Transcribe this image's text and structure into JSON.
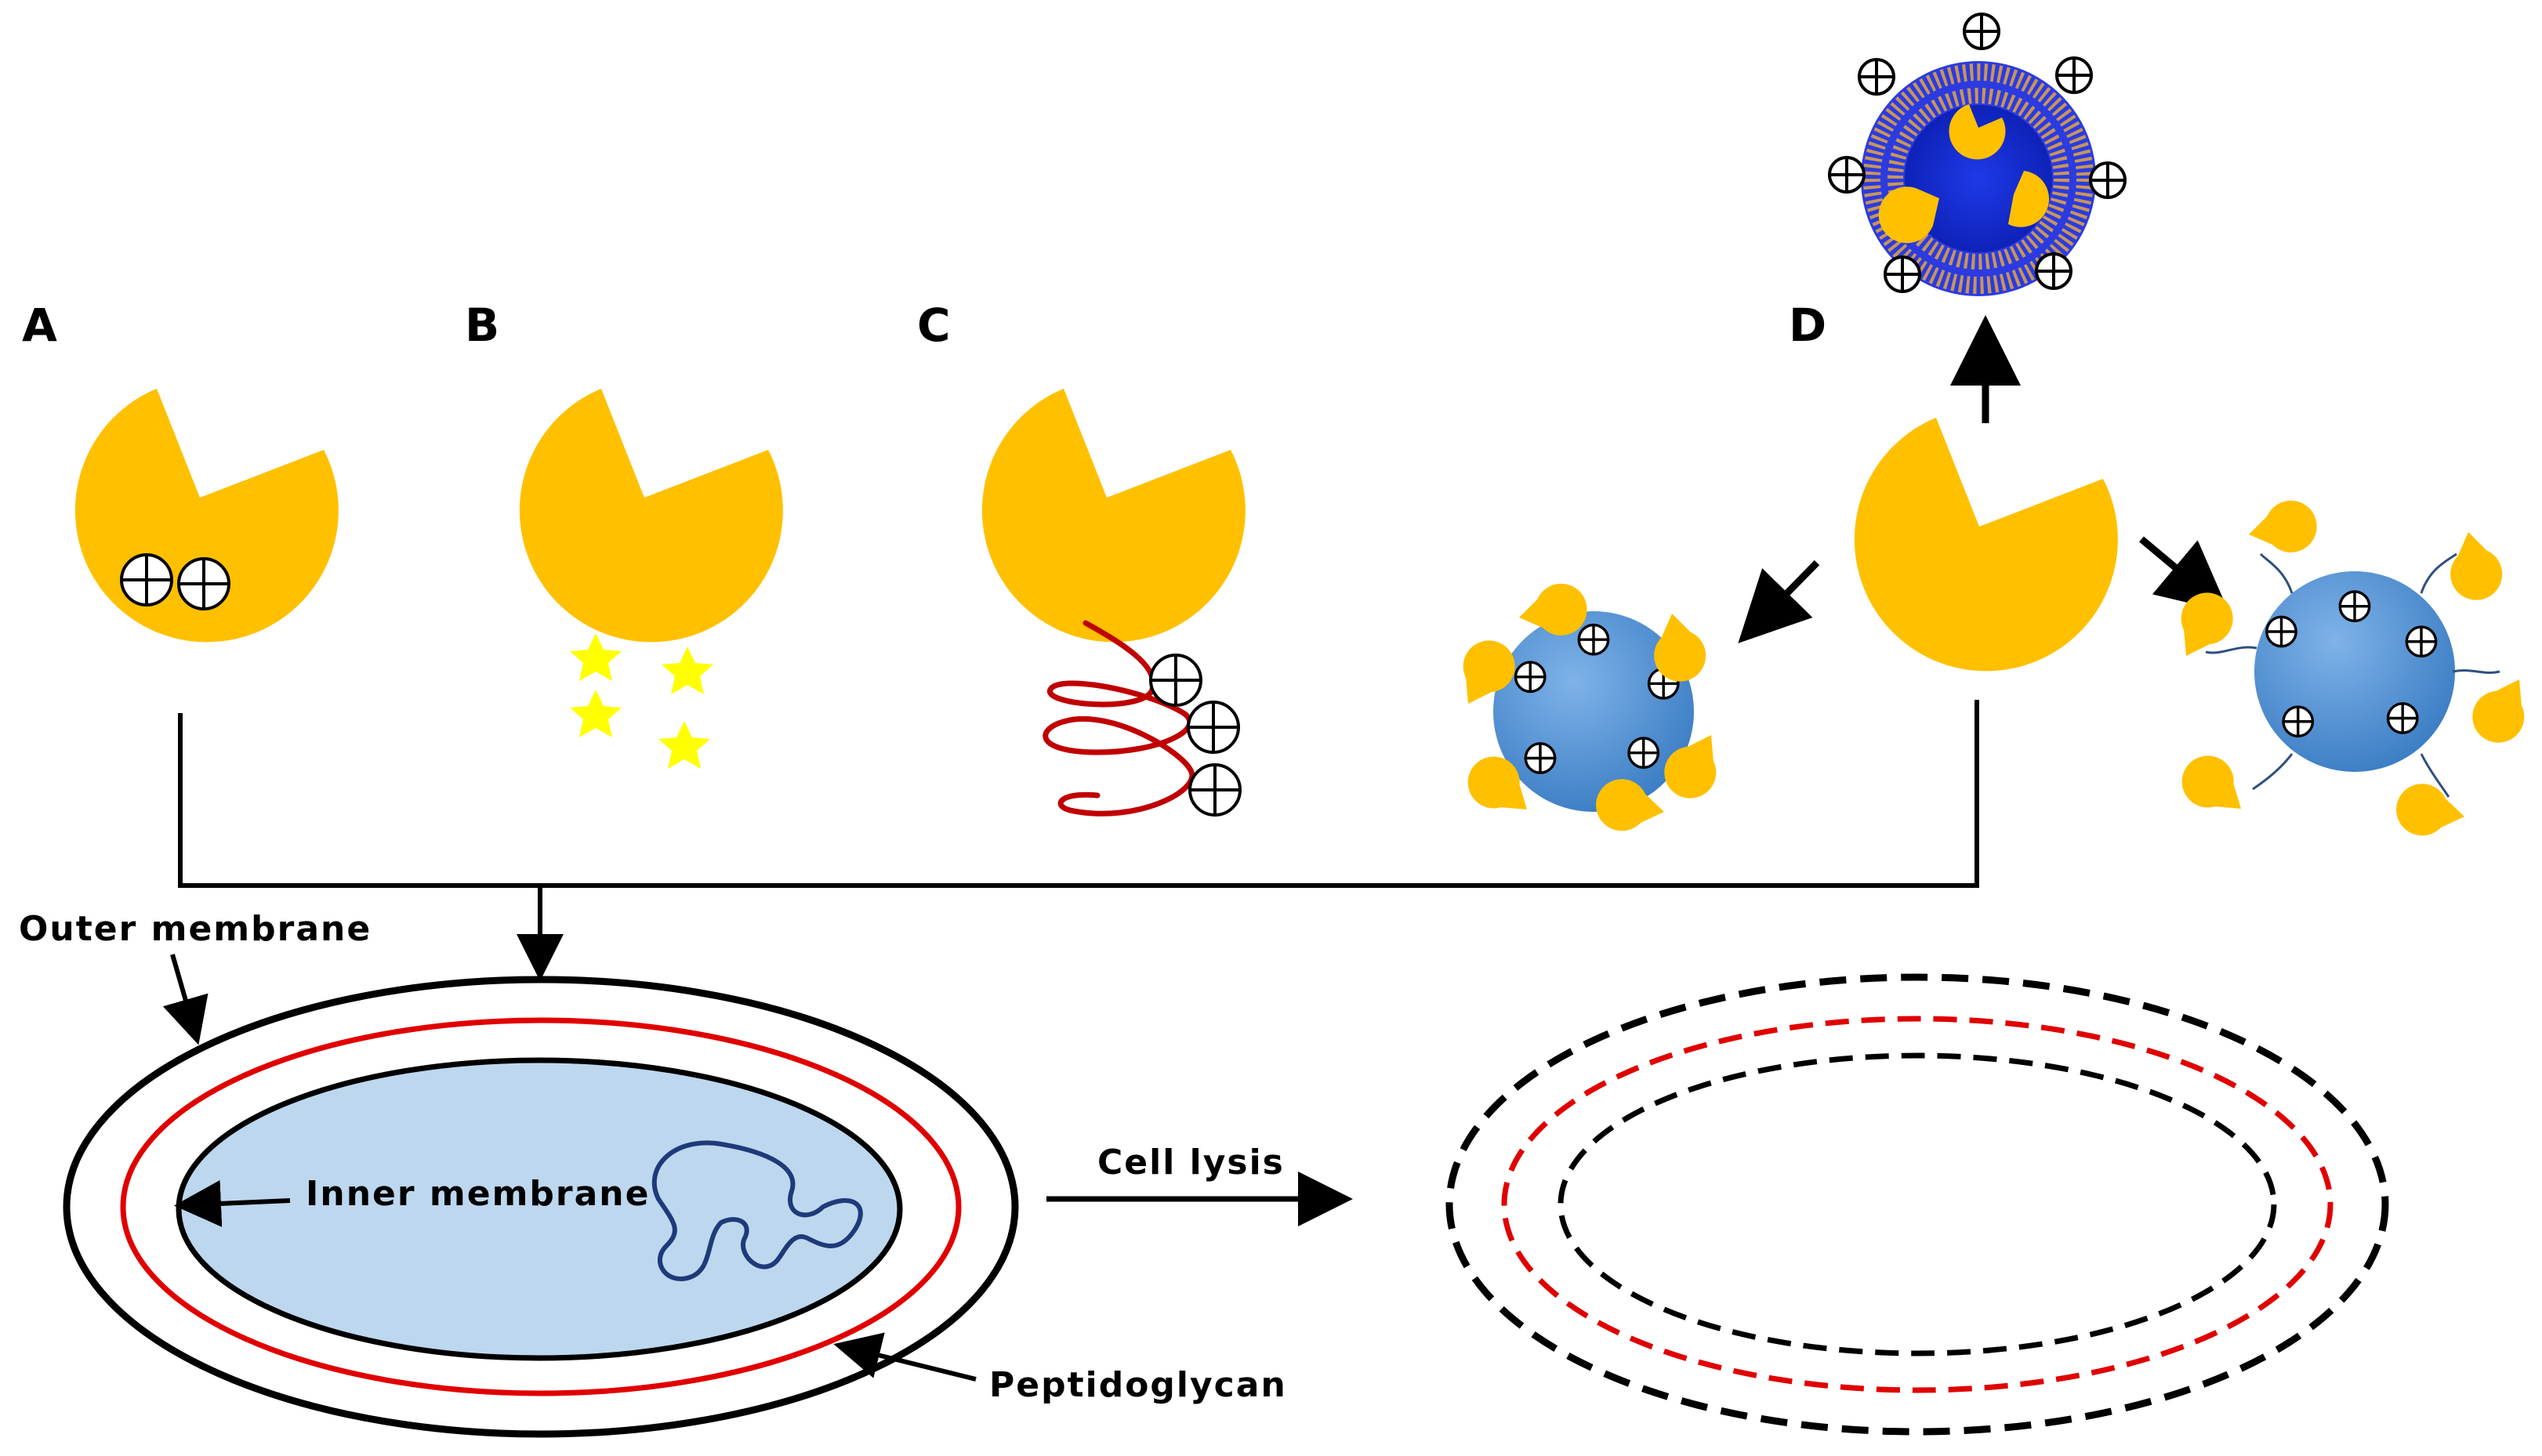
{
  "panels": {
    "a": "A",
    "b": "B",
    "c": "C",
    "d": "D"
  },
  "labels": {
    "outer_membrane": "Outer membrane",
    "inner_membrane": "Inner membrane",
    "peptidoglycan": "Peptidoglycan",
    "cell_lysis": "Cell lysis"
  },
  "colors": {
    "enzyme": "#FFC000",
    "star": "#FFFF00",
    "peptide": "#C00000",
    "nanoparticle": "#4A90D9",
    "cytoplasm": "#BDD7EE",
    "nucleoid": "#1F3A7A",
    "peptidoglycan": "#E00000",
    "membrane": "#000000",
    "liposome_head": "#2B3BE0",
    "liposome_tail": "#C8955A"
  }
}
